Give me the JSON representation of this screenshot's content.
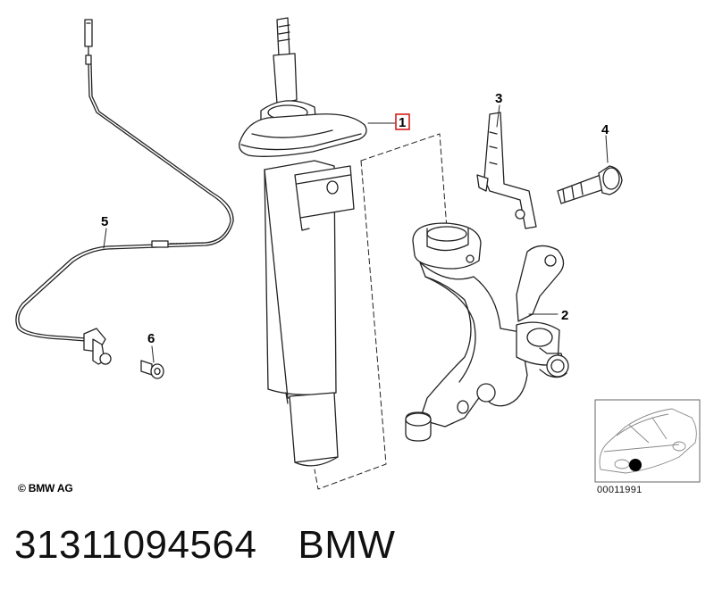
{
  "diagram": {
    "callouts": {
      "c1": "1",
      "c2": "2",
      "c3": "3",
      "c4": "4",
      "c5": "5",
      "c6": "6"
    },
    "copyright": "© BMW AG",
    "inset_code": "00011991",
    "highlight_color": "#d81b1b",
    "line_color": "#222222"
  },
  "footer": {
    "part_number": "31311094564",
    "brand": "BMW"
  }
}
